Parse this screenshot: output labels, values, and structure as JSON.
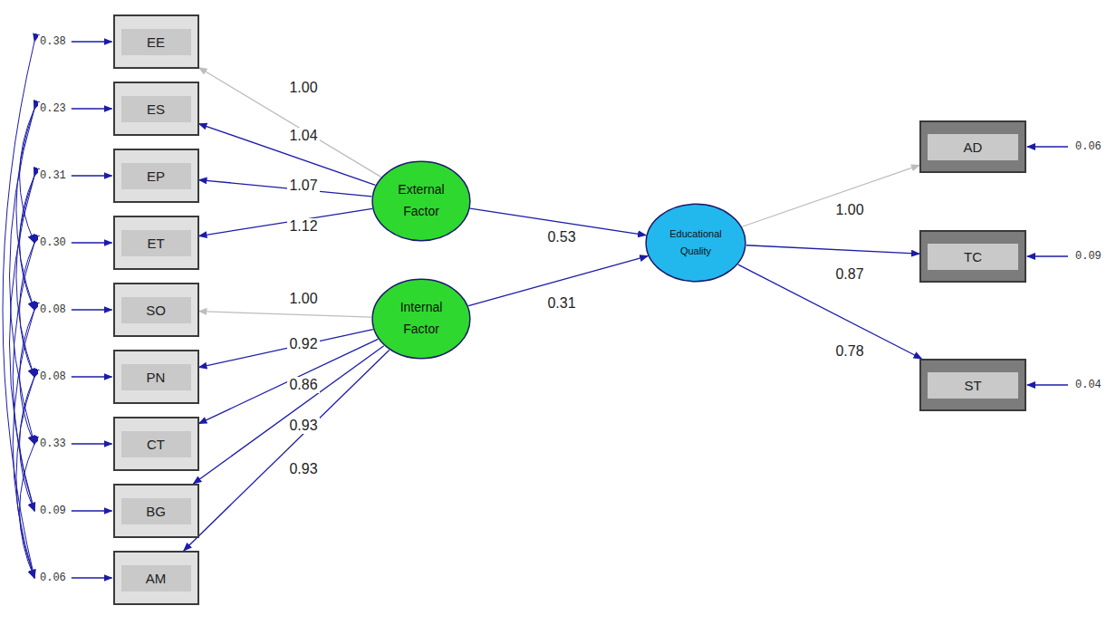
{
  "diagram": {
    "nodes": [
      {
        "text": [
          "EE"
        ]
      },
      {
        "text": [
          "ES"
        ]
      },
      {
        "text": [
          "EP"
        ]
      },
      {
        "text": [
          "ET"
        ]
      },
      {
        "text": [
          "SO"
        ]
      },
      {
        "text": [
          "PN"
        ]
      },
      {
        "text": [
          "CT"
        ]
      },
      {
        "text": [
          "BG"
        ]
      },
      {
        "text": [
          "AM"
        ]
      },
      {
        "text": [
          "External Factor"
        ]
      },
      {
        "text": [
          "Internal Factor"
        ]
      },
      {
        "text": [
          "Educational Quality"
        ]
      },
      {
        "text": [
          "AD"
        ]
      },
      {
        "text": [
          "TC"
        ]
      },
      {
        "text": [
          "ST"
        ]
      }
    ],
    "edges": [
      {
        "from": 9,
        "to": 0,
        "arrow": "to",
        "label": "1.00"
      },
      {
        "from": 9,
        "to": 1,
        "arrow": "to",
        "label": "1.04"
      },
      {
        "from": 9,
        "to": 2,
        "arrow": "to",
        "label": "1.07"
      },
      {
        "from": 9,
        "to": 3,
        "arrow": "to",
        "label": "1.12"
      },
      {
        "from": 10,
        "to": 4,
        "arrow": "to",
        "label": "1.00"
      },
      {
        "from": 10,
        "to": 5,
        "arrow": "to",
        "label": "0.92"
      },
      {
        "from": 10,
        "to": 6,
        "arrow": "to",
        "label": "0.86"
      },
      {
        "from": 10,
        "to": 7,
        "arrow": "to",
        "label": "0.93"
      },
      {
        "from": 10,
        "to": 8,
        "arrow": "to",
        "label": "0.93"
      },
      {
        "from": 9,
        "to": 11,
        "arrow": "to",
        "label": "0.53"
      },
      {
        "from": 10,
        "to": 11,
        "arrow": "to",
        "label": "0.31"
      },
      {
        "from": 11,
        "to": 12,
        "arrow": "to",
        "label": "1.00"
      },
      {
        "from": 11,
        "to": 13,
        "arrow": "to",
        "label": "0.87"
      },
      {
        "from": 11,
        "to": 14,
        "arrow": "to",
        "label": "0.78"
      }
    ],
    "labels": [
      "0.38",
      "0.23",
      "0.31",
      "0.30",
      "0.08",
      "0.08",
      "0.33",
      "0.09",
      "0.06",
      "0.06",
      "0.09",
      "0.04"
    ]
  }
}
